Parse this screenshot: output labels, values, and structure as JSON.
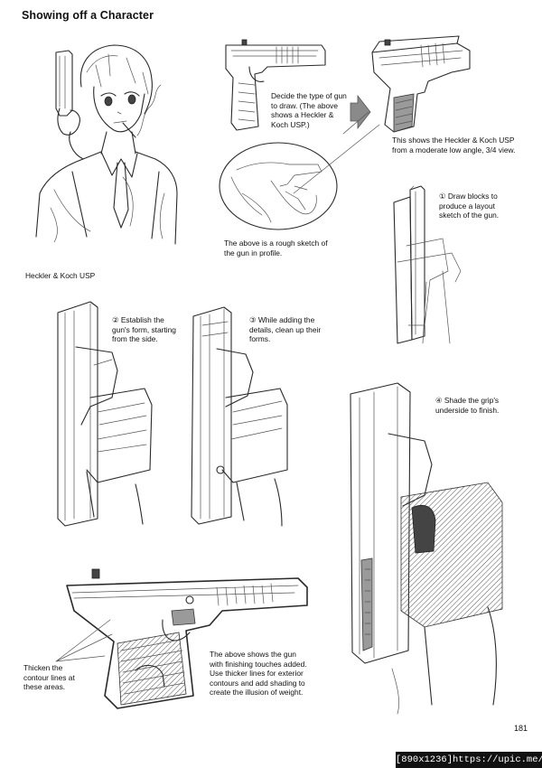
{
  "page": {
    "title": "Showing off a Character",
    "page_number": "181"
  },
  "captions": {
    "heckler_label": "Heckler & Koch USP",
    "decide": [
      "Decide the type of gun",
      "to draw. (The above",
      "shows a Heckler &",
      "Koch USP.)"
    ],
    "shows34": [
      "This shows the Heckler & Koch USP",
      "from a moderate low angle, 3/4 view."
    ],
    "rough": [
      "The above is a rough sketch of",
      "the gun in profile."
    ],
    "step1": [
      "① Draw blocks to",
      "produce a layout",
      "sketch of the gun."
    ],
    "step2": [
      "② Establish the",
      "gun's form, starting",
      "from the side."
    ],
    "step3": [
      "③ While adding the",
      "details, clean up their",
      "forms."
    ],
    "step4": [
      "④ Shade the grip's",
      "underside to finish."
    ],
    "thicken": [
      "Thicken the",
      "contour lines at",
      "these areas."
    ],
    "finish": [
      "The above shows the gun",
      "with finishing touches added.",
      "Use thicker lines for exterior",
      "contours and add shading to",
      "create the illusion of weight."
    ]
  },
  "watermark": "[890x1236]https://upic.me/"
}
